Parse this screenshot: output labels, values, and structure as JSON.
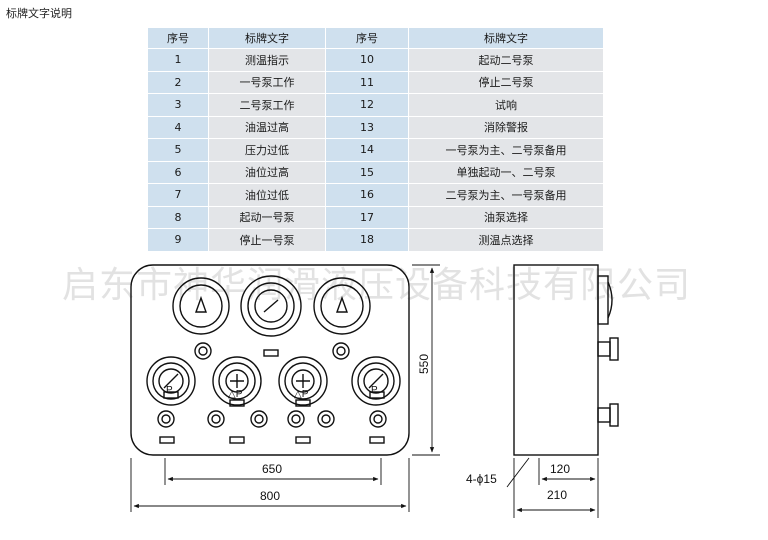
{
  "page_title": "标牌文字说明",
  "table": {
    "headers": [
      "序号",
      "标牌文字",
      "序号",
      "标牌文字"
    ],
    "rows": [
      [
        "1",
        "测温指示",
        "10",
        "起动二号泵"
      ],
      [
        "2",
        "一号泵工作",
        "11",
        "停止二号泵"
      ],
      [
        "3",
        "二号泵工作",
        "12",
        "试响"
      ],
      [
        "4",
        "油温过高",
        "13",
        "消除警报"
      ],
      [
        "5",
        "压力过低",
        "14",
        "一号泵为主、二号泵备用"
      ],
      [
        "6",
        "油位过高",
        "15",
        "单独起动一、二号泵"
      ],
      [
        "7",
        "油位过低",
        "16",
        "二号泵为主、一号泵备用"
      ],
      [
        "8",
        "起动一号泵",
        "17",
        "油泵选择"
      ],
      [
        "9",
        "停止一号泵",
        "18",
        "测温点选择"
      ]
    ]
  },
  "watermark": "启东市神华润滑液压设备科技有限公司",
  "dimensions": {
    "height": "550",
    "inner_width": "650",
    "width": "800",
    "holes": "4-ϕ15",
    "side_depth_inner": "120",
    "side_depth": "210"
  },
  "gauge_labels": {
    "p1": "P",
    "p2": "△P",
    "p3": "△P",
    "p4": "P"
  }
}
